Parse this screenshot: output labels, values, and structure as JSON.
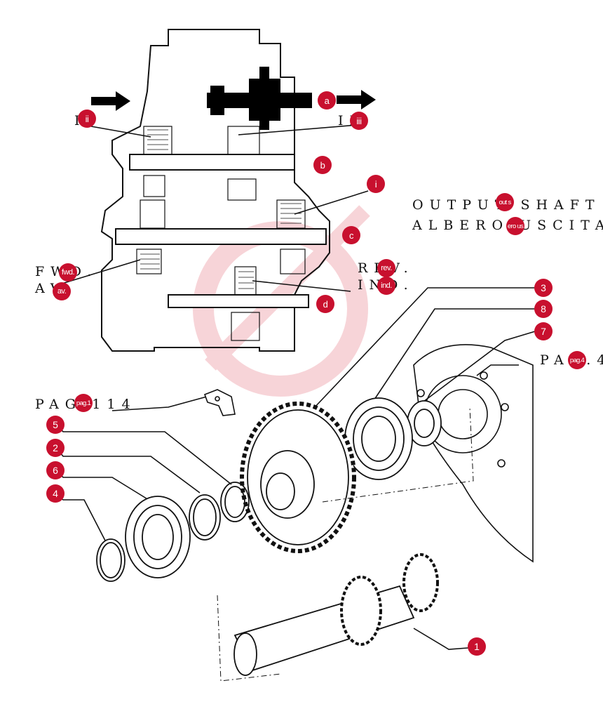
{
  "diagram": {
    "label_output_shaft": "OUTPUT SHAFT",
    "label_albero_uscita": "ALBERO USCITA",
    "label_fwd": "FWD.",
    "label_av": "AV.",
    "label_rev": "REV.",
    "label_ind": "IND.",
    "label_ii": "II",
    "label_iii": "III",
    "label_pag_114": "PAG.114",
    "label_pag_4": "PAG.4",
    "badges": {
      "a": "a",
      "b": "b",
      "c": "c",
      "d": "d",
      "i": "i",
      "ii": "ii",
      "iii": "iii",
      "outs": "out s",
      "erous": "ero us",
      "fwd": "fwd.",
      "av": "av.",
      "rev": "rev.",
      "ind": "ind.",
      "pag114": "pag.1",
      "pag4": "pag.4"
    },
    "parts": [
      "1",
      "2",
      "3",
      "4",
      "5",
      "6",
      "7",
      "8"
    ],
    "colors": {
      "badge": "#c8102e",
      "ink": "#111111",
      "watermark": "#f2b8bd",
      "shaft": "#000000"
    }
  }
}
